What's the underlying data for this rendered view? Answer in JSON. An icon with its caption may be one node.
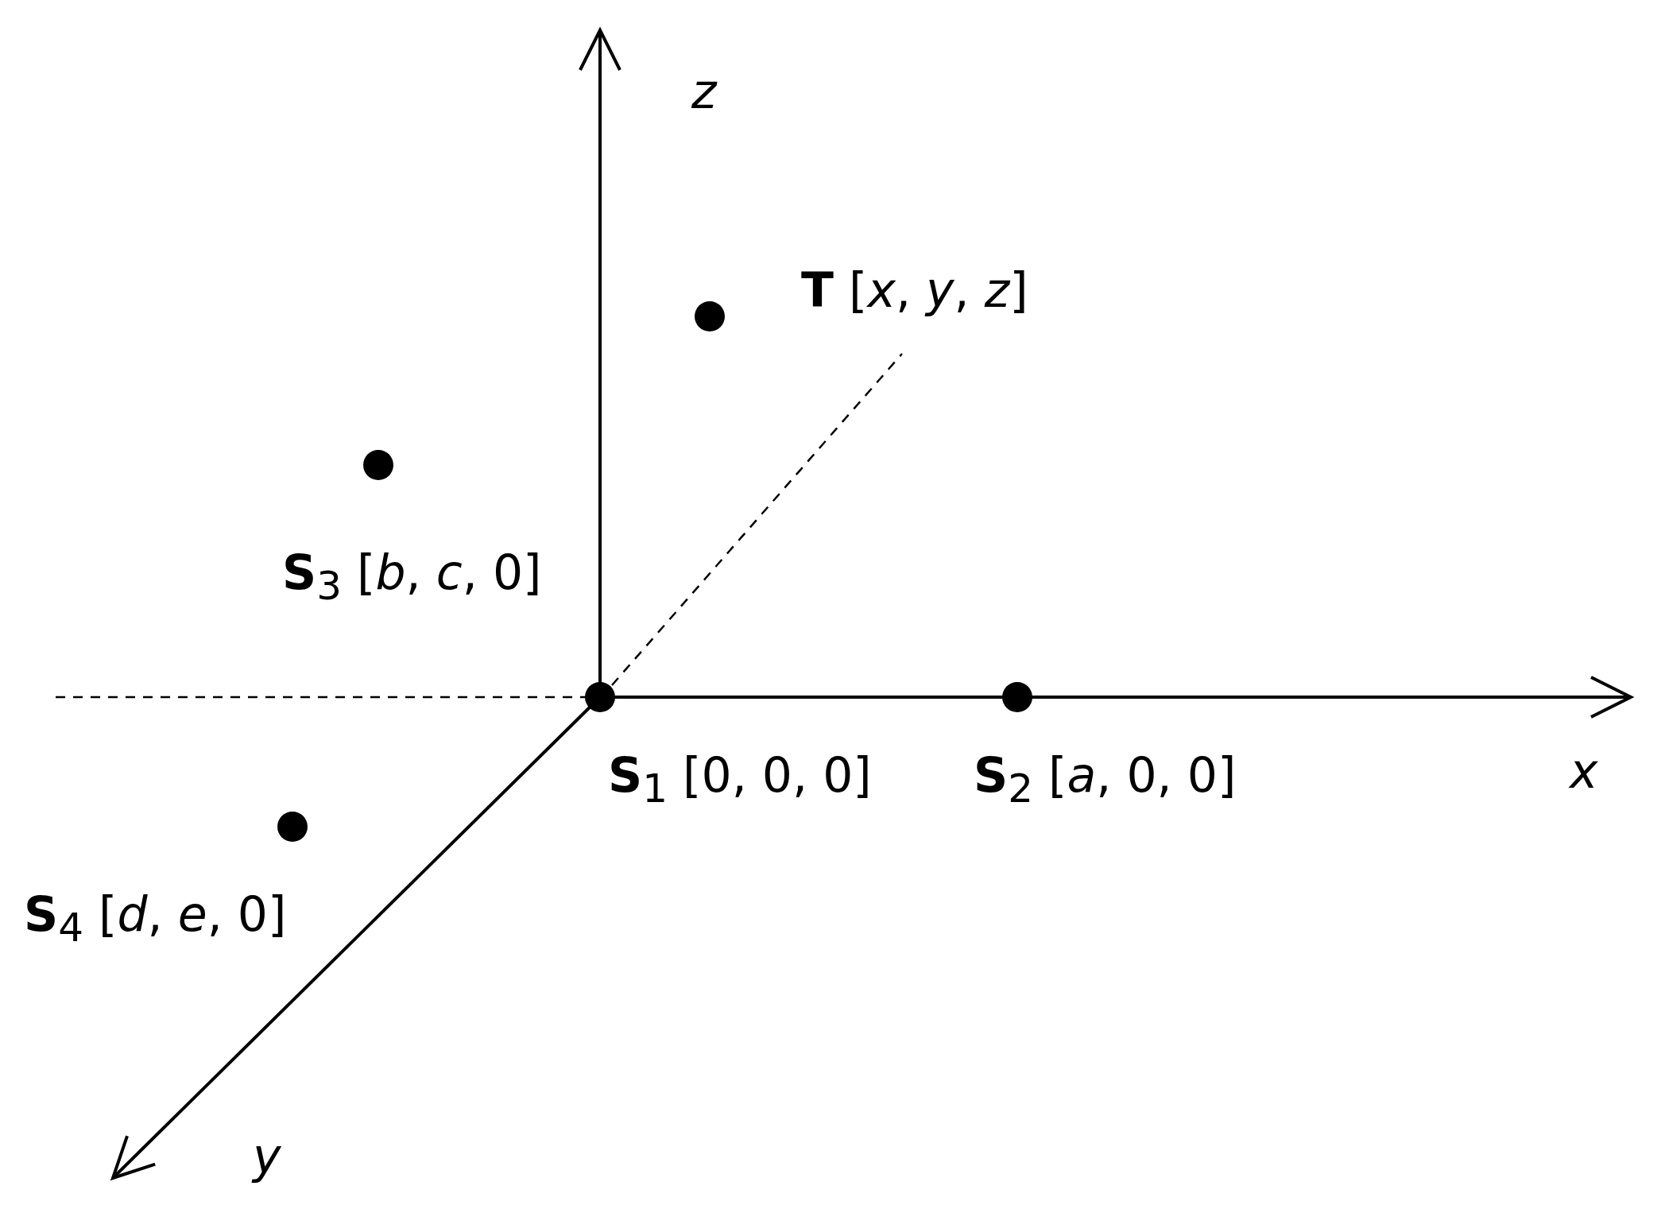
{
  "diagram": {
    "nodes": [
      {
        "text": [],
        "shape": "circle",
        "beside": [
          "**T** [*x*, *y*, *z*]"
        ]
      },
      {
        "text": [],
        "shape": "circle",
        "beside": [
          "**S**$_{3}$ [*b*, *c*, 0]"
        ]
      },
      {
        "text": [],
        "shape": "circle",
        "beside": [
          "**S**$_{1}$ [0, 0, 0]"
        ]
      },
      {
        "text": [],
        "shape": "circle",
        "beside": [
          "**S**$_{2}$ [*a*, 0, 0]"
        ]
      },
      {
        "text": [],
        "shape": "circle",
        "beside": [
          "**S**$_{4}$ [*d*, *e*, 0]"
        ]
      }
    ],
    "labels": [
      "z",
      "x",
      "y"
    ]
  }
}
